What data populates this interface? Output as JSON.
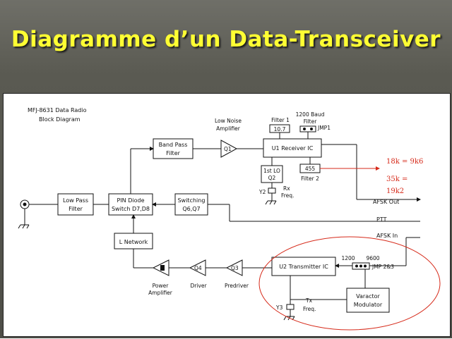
{
  "title": "Diagramme d’un Data-Transceiver",
  "diagram": {
    "header_line1": "MFJ-8631 Data Radio",
    "header_line2": "Block Diagram",
    "low_noise_amp_line1": "Low Noise",
    "low_noise_amp_line2": "Amplifier",
    "q1": "Q1",
    "band_pass_line1": "Band Pass",
    "band_pass_line2": "Filter",
    "filter1_label": "Filter 1",
    "filter1_value": "10.7",
    "baud_filter_line1": "1200 Baud",
    "baud_filter_line2": "Filter",
    "jmp1": "JMP1",
    "receiver_ic": "U1 Receiver IC",
    "lo_line1": "1st LO",
    "lo_line2": "Q2",
    "filter2_value": "455",
    "filter2_label": "Filter 2",
    "y2": "Y2",
    "rx_line1": "Rx",
    "rx_line2": "Freq.",
    "afsk_out": "AFSK Out",
    "low_pass_line1": "Low Pass",
    "low_pass_line2": "Filter",
    "pin_diode_line1": "PIN Diode",
    "pin_diode_line2": "Switch D7,D8",
    "switching_line1": "Switching",
    "switching_line2": "Q6,Q7",
    "ptt": "PTT",
    "afsk_in": "AFSK In",
    "l_network": "L Network",
    "transmitter_ic": "U2 Transmitter IC",
    "jmp_1200": "1200",
    "jmp_9600": "9600",
    "jmp23": "JMP 2&3",
    "q4": "Q4",
    "q3": "Q3",
    "power_amp_line1": "Power",
    "power_amp_line2": "Amplifier",
    "driver": "Driver",
    "predriver": "Predriver",
    "tx_line1": "Tx",
    "tx_line2": "Freq.",
    "y3": "Y3",
    "varactor_line1": "Varactor",
    "varactor_line2": "Modulator"
  },
  "annotations": {
    "note1": "18k = 9k6",
    "note2_line1": "35k =",
    "note2_line2": "19k2"
  },
  "colors": {
    "title": "#ffff33",
    "annotation": "#d62a1a"
  }
}
